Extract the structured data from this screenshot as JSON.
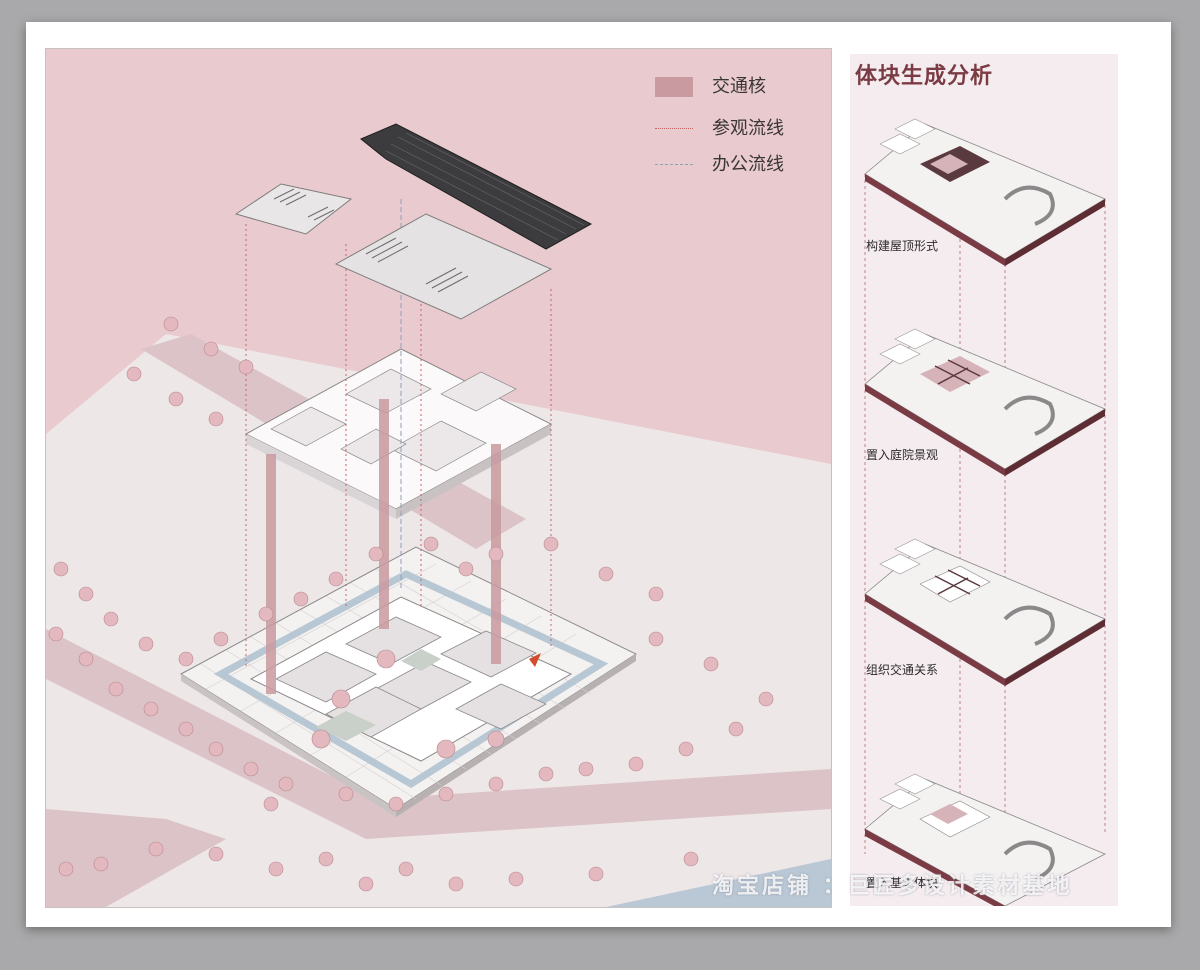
{
  "legend": {
    "items": [
      {
        "label": "交通核",
        "kind": "swatch",
        "color": "#c99a9f"
      },
      {
        "label": "参观流线",
        "kind": "dotted-line",
        "color": "#c76466"
      },
      {
        "label": "办公流线",
        "kind": "dashed-line",
        "color": "#8fa0b8"
      }
    ]
  },
  "side_panel": {
    "title": "体块生成分析",
    "steps": [
      {
        "label": "构建屋顶形式"
      },
      {
        "label": "置入庭院景观"
      },
      {
        "label": "组织交通关系"
      },
      {
        "label": "置入基本体块"
      }
    ]
  },
  "watermark": {
    "text": "淘宝店铺 ：巨匠多设计素材基地"
  },
  "colors": {
    "background_pink": "#e9c9cd",
    "ground": "#ece6e7",
    "road": "#dcc1c5",
    "core": "#c99a9f",
    "water": "#b9c8d4",
    "roof_dark": "#3a3a3c",
    "accent": "#7b3b44"
  }
}
